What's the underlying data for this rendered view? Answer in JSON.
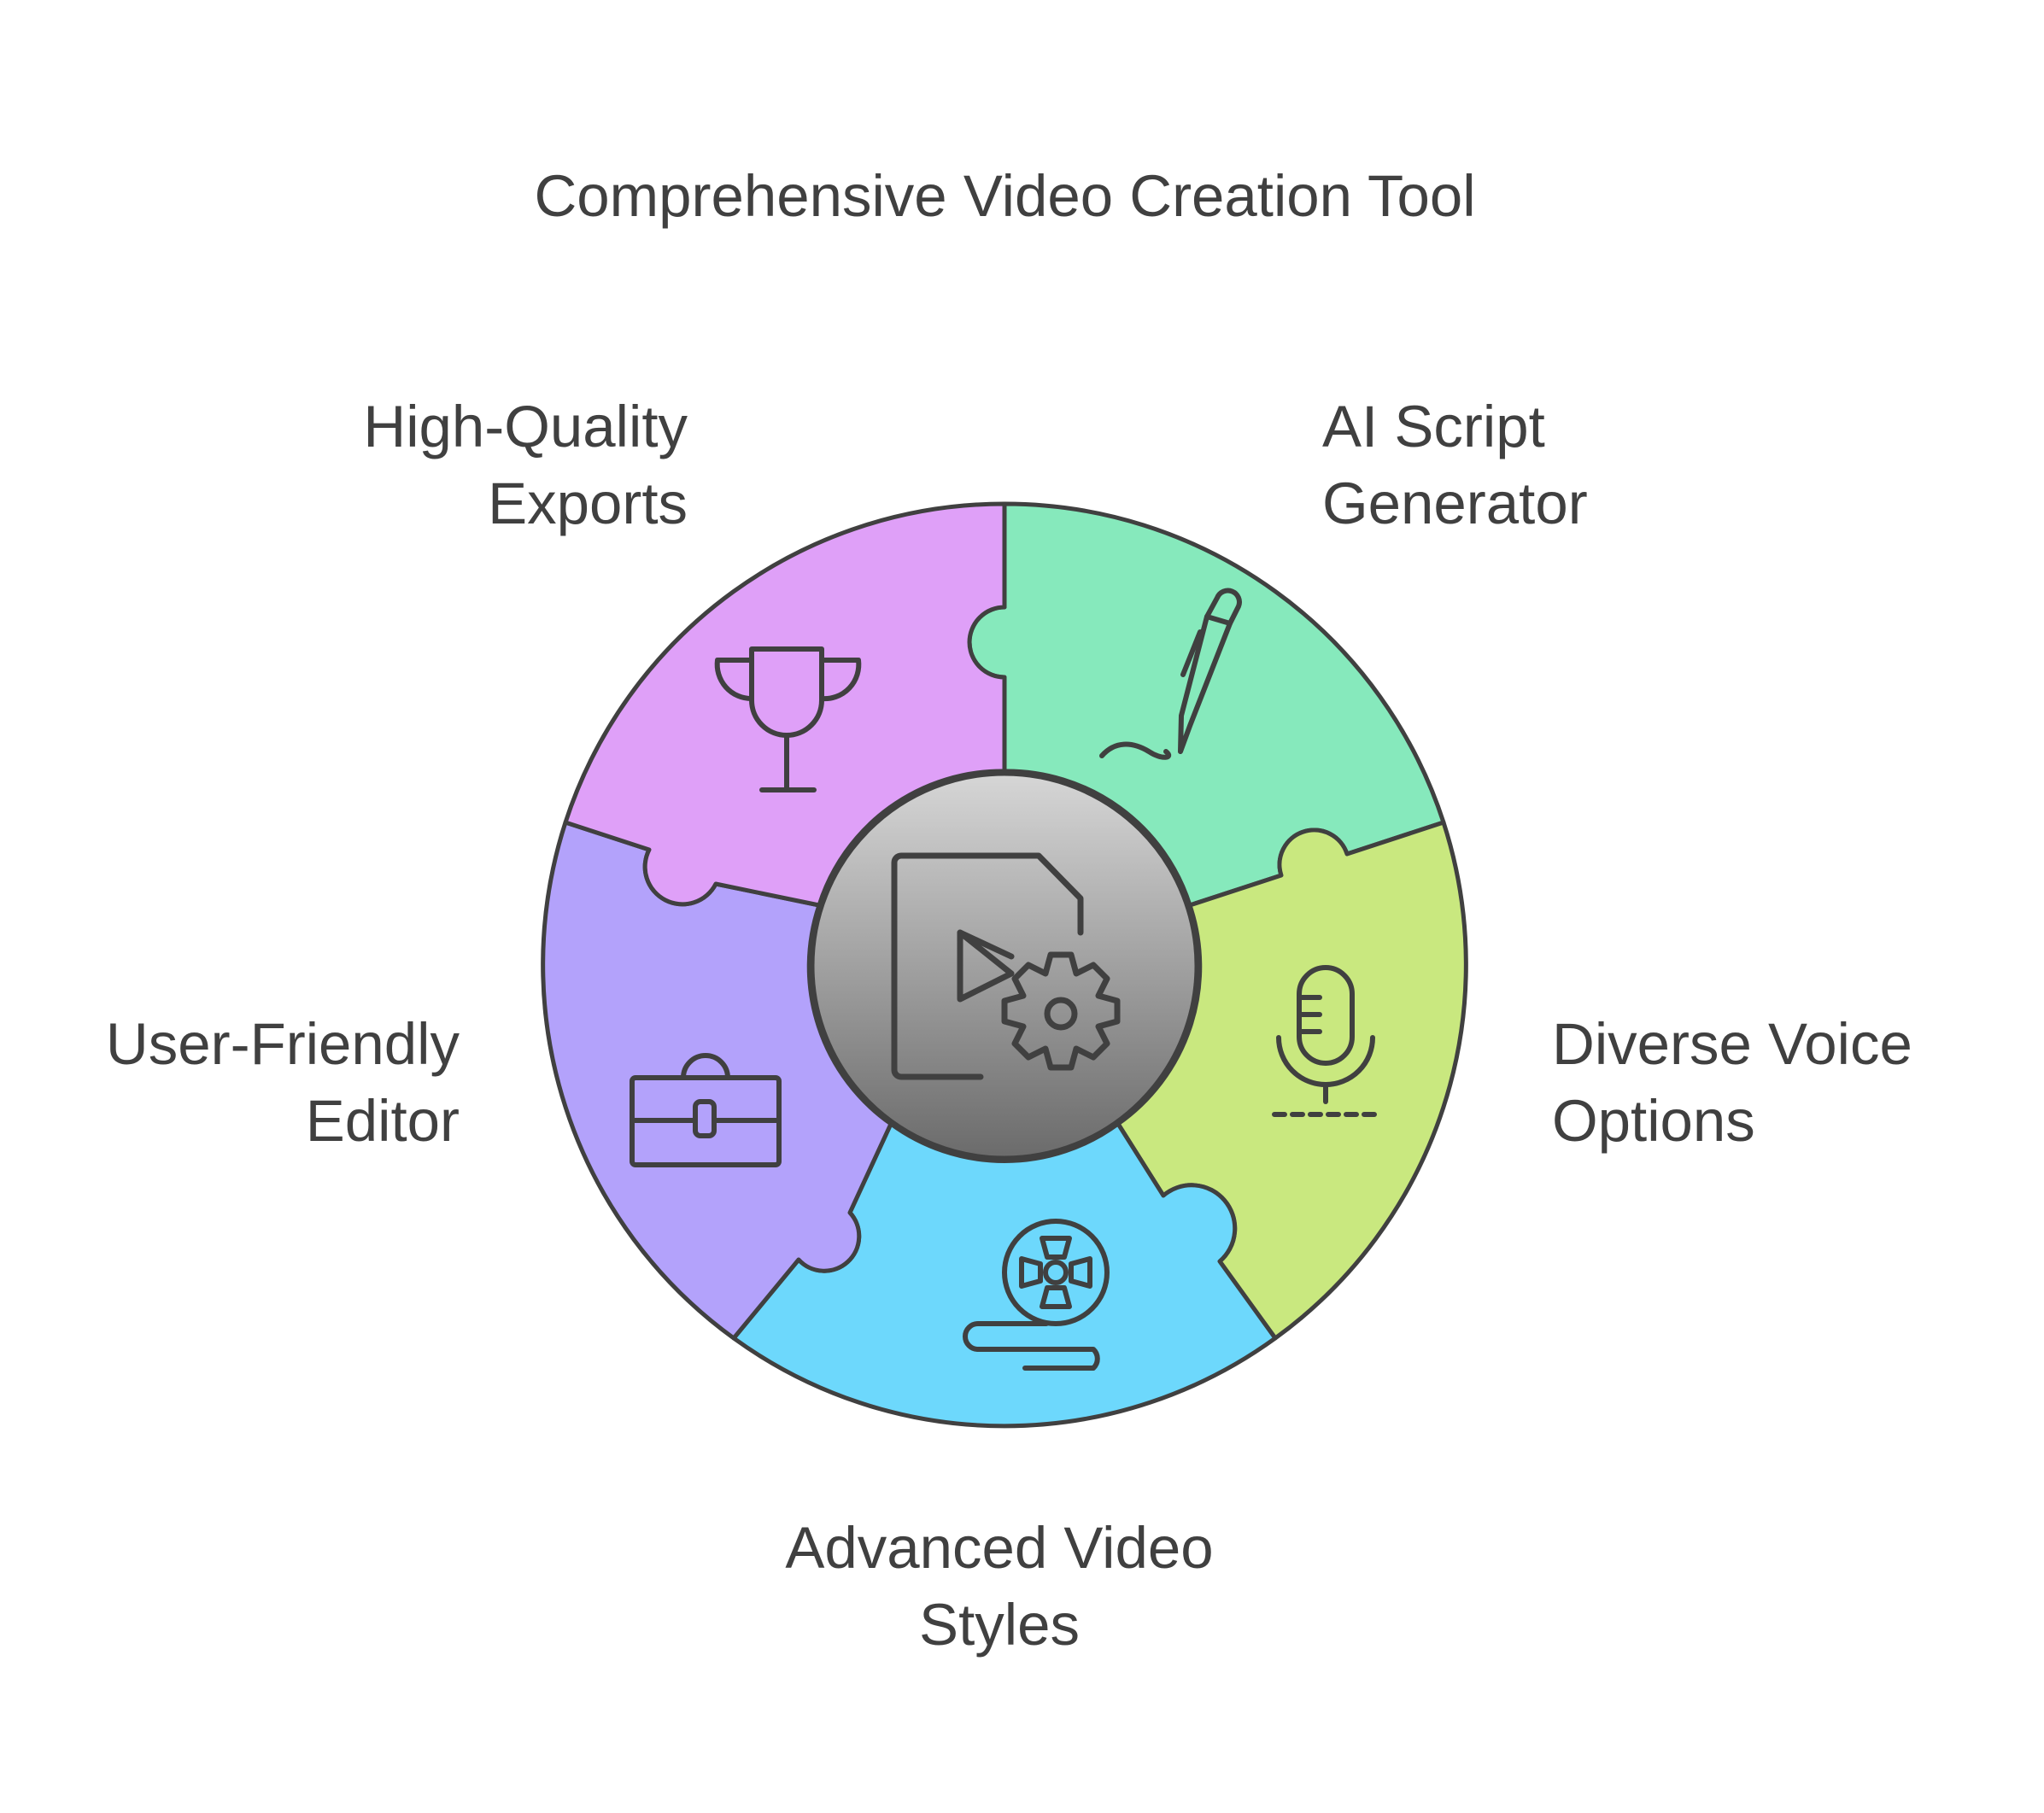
{
  "title": "Comprehensive Video Creation Tool",
  "segments": [
    {
      "id": "ai-script-generator",
      "lines": [
        "AI Script",
        "Generator"
      ],
      "color": "#86e9bc",
      "icon": "pen-icon"
    },
    {
      "id": "diverse-voice-options",
      "lines": [
        "Diverse Voice",
        "Options"
      ],
      "color": "#c9e87f",
      "icon": "microphone-icon"
    },
    {
      "id": "advanced-video-styles",
      "lines": [
        "Advanced Video",
        "Styles"
      ],
      "color": "#6dd8fc",
      "icon": "film-reel-icon"
    },
    {
      "id": "user-friendly-editor",
      "lines": [
        "User-Friendly",
        "Editor"
      ],
      "color": "#b3a2fb",
      "icon": "toolbox-icon"
    },
    {
      "id": "high-quality-exports",
      "lines": [
        "High-Quality",
        "Exports"
      ],
      "color": "#dfa0f8",
      "icon": "trophy-icon"
    }
  ],
  "center": {
    "icon": "video-file-gear-icon",
    "gradient": [
      "#d6d6d6",
      "#6b6b6b"
    ]
  },
  "stroke_color": "#404040"
}
